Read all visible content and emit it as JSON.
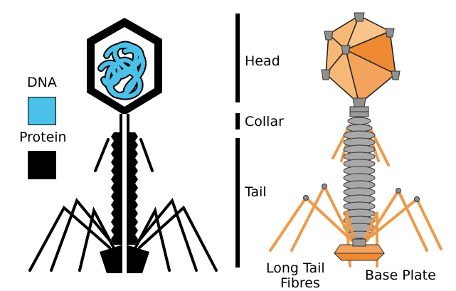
{
  "legend": {
    "dna_label": "DNA",
    "protein_label": "Protein",
    "dna_color": "#4cc1e8",
    "protein_color": "#000000"
  },
  "parts": {
    "head": "Head",
    "collar": "Collar",
    "tail": "Tail"
  },
  "callouts": {
    "long_tail_fibres_line1": "Long Tail",
    "long_tail_fibres_line2": "Fibres",
    "base_plate": "Base Plate"
  },
  "colors": {
    "capsid_light": "#f6b877",
    "capsid_mid": "#f3a35c",
    "capsid_dark": "#ee8a33",
    "vertex_gray": "#8f8f8f",
    "tail_gray": "#9a9a9a",
    "fibre_orange": "#ed9a4a",
    "outline": "#222222"
  }
}
